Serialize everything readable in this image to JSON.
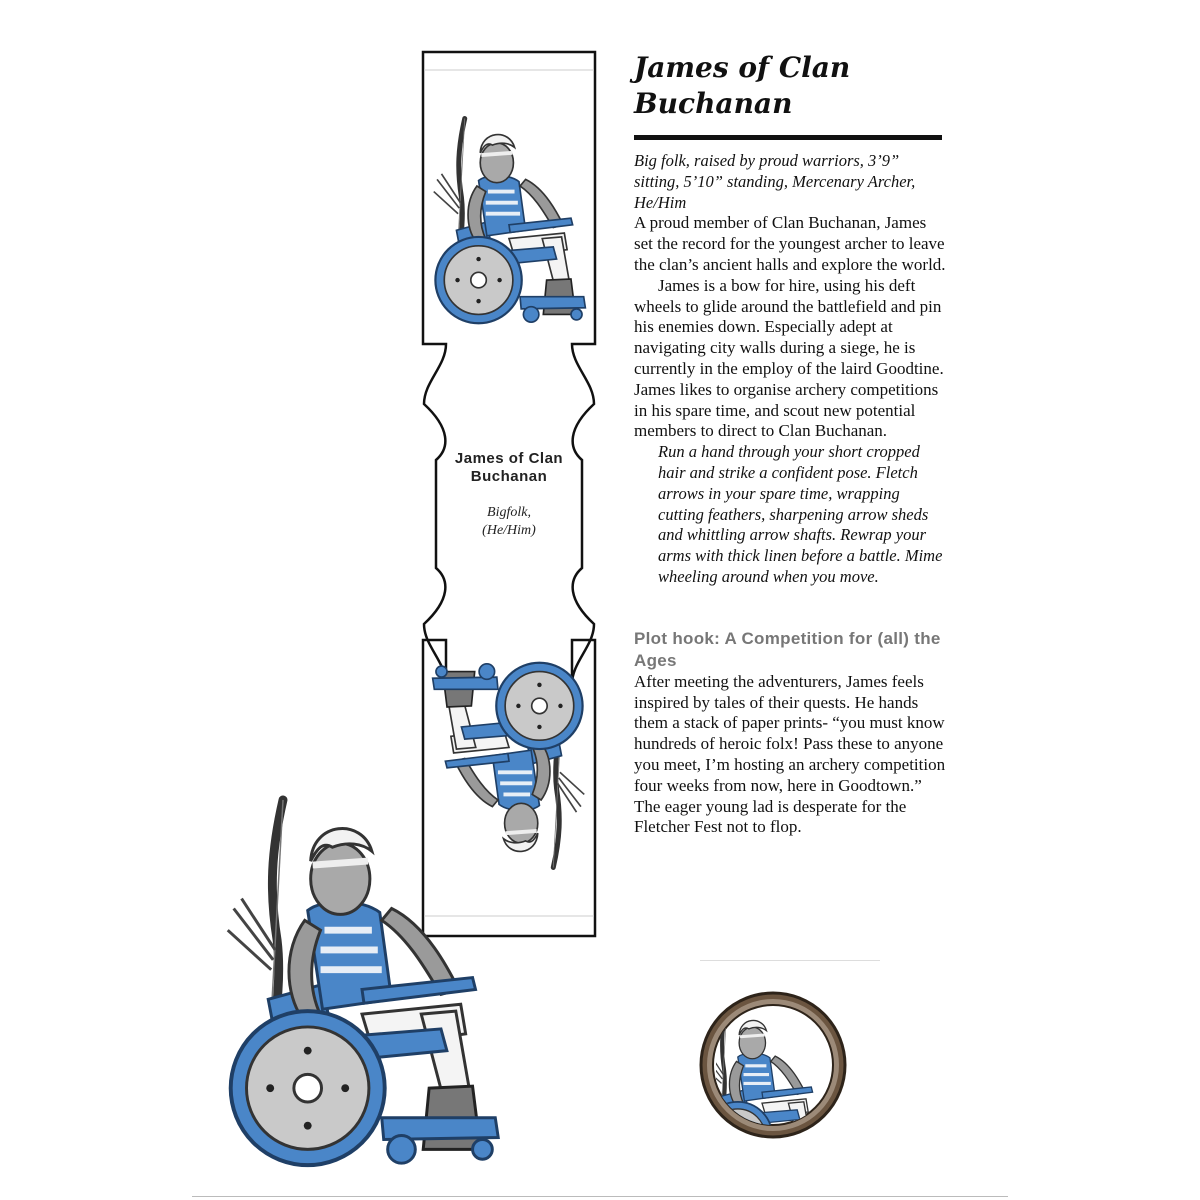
{
  "mini": {
    "name": "James of Clan Buchanan",
    "kind": "Bigfolk,\n(He/Him)"
  },
  "profile": {
    "title": "James of Clan Buchanan",
    "tagline": "Big folk, raised by proud warriors, 3’9” sitting, 5’10” standing, Mercenary Archer, He/Him",
    "paragraph1": "A proud member of Clan Buchanan, James set the record for the youngest archer to leave the clan’s ancient halls and explore the world.",
    "paragraph2": "James is a bow for hire, using his deft wheels to glide around the battlefield and pin his enemies down. Especially adept at navigating city walls during a siege, he is currently in the employ of the laird Goodtine. James likes to organise archery competitions in his spare time, and scout new potential members to direct to Clan Buchanan.",
    "roleplay": "Run a hand through your short cropped hair and strike a confident pose. Fletch arrows in your spare time, wrapping cutting feathers, sharpening arrow sheds and whittling arrow shafts. Rewrap your arms with thick linen before a battle. Mime wheeling around when you move."
  },
  "plot_hook": {
    "heading": "Plot hook: A Competition for (all) the Ages",
    "text": "After meeting the adventurers, James feels inspired by tales of their quests. He hands them a stack of paper prints- “you must know hundreds of heroic folx! Pass these to anyone you meet, I’m hosting an archery competition four weeks from now, here in Goodtown.” The eager young lad is desperate for the Fletcher Fest not to flop."
  },
  "colors": {
    "chair_blue": "#4a86c8",
    "chair_dark": "#2c5688",
    "skin_grey": "#a9a9a9",
    "token_rim": "#6b5540"
  },
  "icons": {
    "figure": "wheelchair-archer-illustration",
    "token": "portrait-token"
  }
}
